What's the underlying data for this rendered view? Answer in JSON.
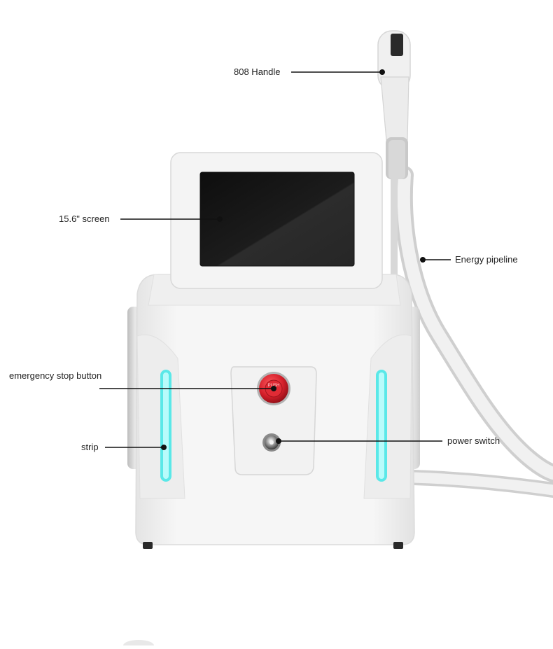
{
  "callouts": {
    "handle": "808 Handle",
    "screen": "15.6\" screen",
    "pipeline": "Energy pipeline",
    "estop": "emergency stop button",
    "strip": "strip",
    "power": "power switch"
  },
  "device": {
    "estop_text": "PUSH"
  },
  "colors": {
    "body": "#f3f3f3",
    "screen": "#1a1a1a",
    "led": "#3fe6e6",
    "estop": "#d41f2a"
  }
}
